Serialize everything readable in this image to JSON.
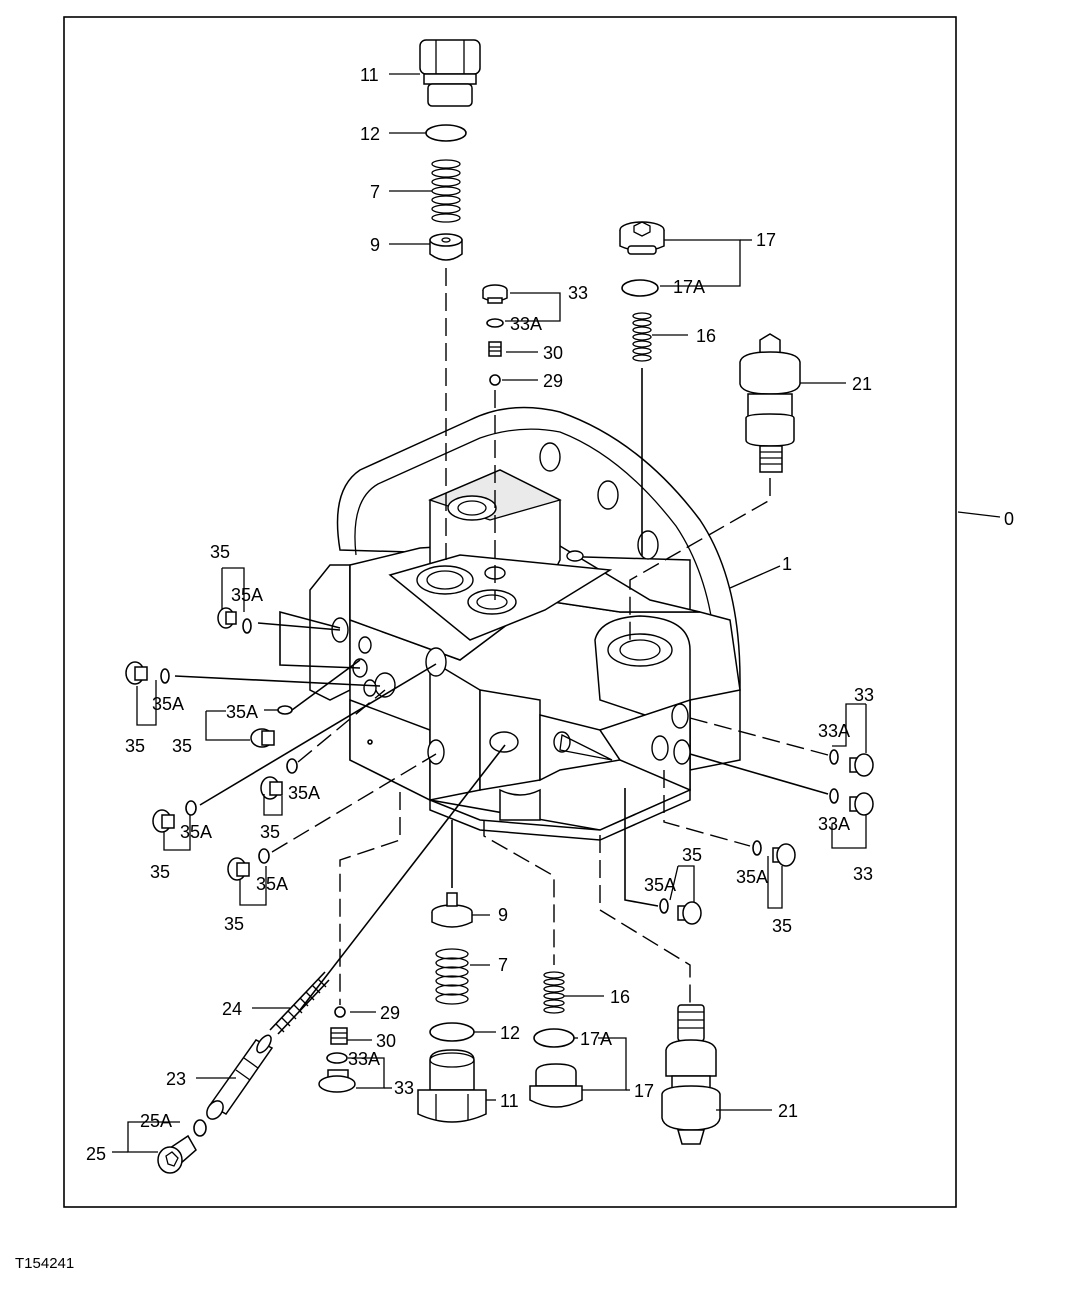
{
  "figure_id": "T154241",
  "leader_0": "0",
  "labels": [
    {
      "id": "11",
      "text": "11"
    },
    {
      "id": "12",
      "text": "12"
    },
    {
      "id": "7",
      "text": "7"
    },
    {
      "id": "9",
      "text": "9"
    },
    {
      "id": "17",
      "text": "17"
    },
    {
      "id": "17A",
      "text": "17A"
    },
    {
      "id": "33",
      "text": "33"
    },
    {
      "id": "33A",
      "text": "33A"
    },
    {
      "id": "16",
      "text": "16"
    },
    {
      "id": "30",
      "text": "30"
    },
    {
      "id": "29",
      "text": "29"
    },
    {
      "id": "21",
      "text": "21"
    },
    {
      "id": "1",
      "text": "1"
    },
    {
      "id": "L35a",
      "text": "35"
    },
    {
      "id": "L35Aa",
      "text": "35A"
    },
    {
      "id": "L35Ab",
      "text": "35A"
    },
    {
      "id": "L35b",
      "text": "35"
    },
    {
      "id": "L35Ac",
      "text": "35A"
    },
    {
      "id": "L35c",
      "text": "35"
    },
    {
      "id": "L35Ad",
      "text": "35A"
    },
    {
      "id": "L35d",
      "text": "35"
    },
    {
      "id": "L35Ae",
      "text": "35A"
    },
    {
      "id": "L35e",
      "text": "35"
    },
    {
      "id": "L35Af",
      "text": "35A"
    },
    {
      "id": "L35f",
      "text": "35"
    },
    {
      "id": "R33a",
      "text": "33"
    },
    {
      "id": "R33Aa",
      "text": "33A"
    },
    {
      "id": "R33Ab",
      "text": "33A"
    },
    {
      "id": "R33b",
      "text": "33"
    },
    {
      "id": "B35a",
      "text": "35"
    },
    {
      "id": "B35Aa",
      "text": "35A"
    },
    {
      "id": "B35Ab",
      "text": "35A"
    },
    {
      "id": "B35b",
      "text": "35"
    },
    {
      "id": "B9",
      "text": "9"
    },
    {
      "id": "B7",
      "text": "7"
    },
    {
      "id": "B16",
      "text": "16"
    },
    {
      "id": "B24",
      "text": "24"
    },
    {
      "id": "B29",
      "text": "29"
    },
    {
      "id": "B30",
      "text": "30"
    },
    {
      "id": "B12",
      "text": "12"
    },
    {
      "id": "B17A",
      "text": "17A"
    },
    {
      "id": "B33A",
      "text": "33A"
    },
    {
      "id": "B23",
      "text": "23"
    },
    {
      "id": "B33",
      "text": "33"
    },
    {
      "id": "B11",
      "text": "11"
    },
    {
      "id": "B17",
      "text": "17"
    },
    {
      "id": "B21",
      "text": "21"
    },
    {
      "id": "B25A",
      "text": "25A"
    },
    {
      "id": "B25",
      "text": "25"
    }
  ]
}
